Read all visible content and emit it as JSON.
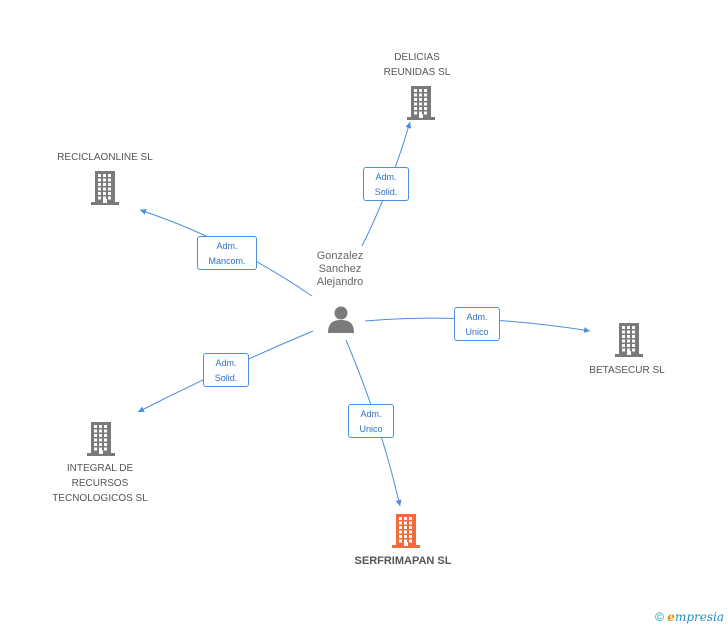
{
  "person": {
    "name": "Gonzalez\nSanchez\nAlejandro"
  },
  "companies": [
    {
      "id": "delicias",
      "name": "DELICIAS\nREUNIDAS SL",
      "color": "#7a7a7a"
    },
    {
      "id": "reciclaonline",
      "name": "RECICLAONLINE SL",
      "color": "#7a7a7a"
    },
    {
      "id": "betasecur",
      "name": "BETASECUR SL",
      "color": "#7a7a7a"
    },
    {
      "id": "integral",
      "name": "INTEGRAL DE\nRECURSOS\nTECNOLOGICOS SL",
      "color": "#7a7a7a"
    },
    {
      "id": "serfrimapan",
      "name": "SERFRIMAPAN SL",
      "color": "#f26b3a"
    }
  ],
  "relations": [
    {
      "to": "delicias",
      "label": "Adm.\nSolid."
    },
    {
      "to": "reciclaonline",
      "label": "Adm.\nMancom."
    },
    {
      "to": "betasecur",
      "label": "Adm.\nUnico"
    },
    {
      "to": "integral",
      "label": "Adm.\nSolid."
    },
    {
      "to": "serfrimapan",
      "label": "Adm.\nUnico"
    }
  ],
  "colors": {
    "edge": "#4a8ee0"
  },
  "footer": {
    "copyright": "©",
    "brand_e": "e",
    "brand_rest": "mpresia"
  }
}
